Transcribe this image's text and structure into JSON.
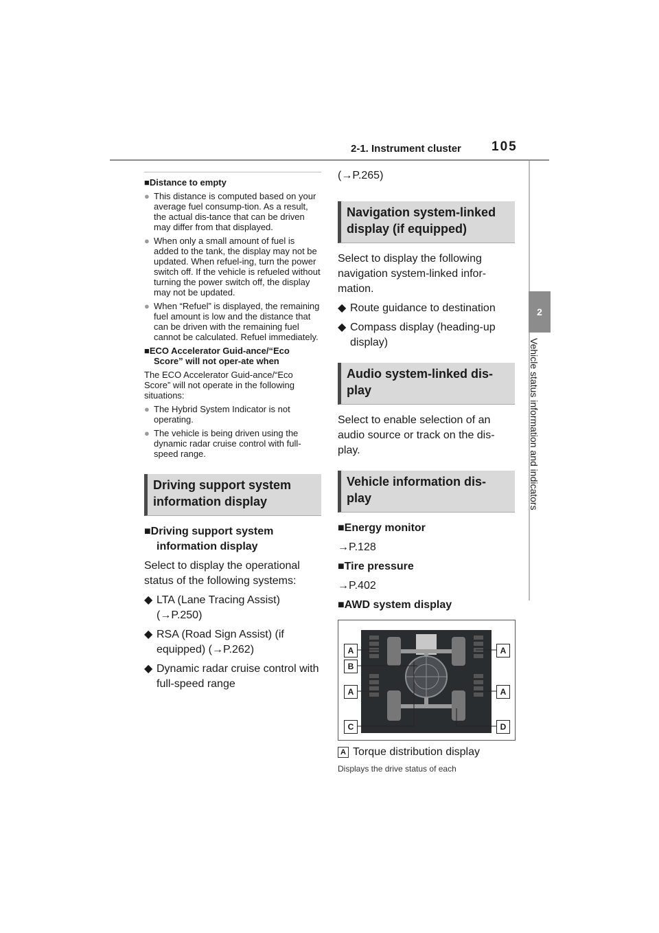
{
  "header": {
    "title": "2-1. Instrument cluster",
    "page": "105"
  },
  "chapter": {
    "number": "2",
    "title": "Vehicle status information and indicators"
  },
  "left": {
    "distance_heading": "Distance to empty",
    "distance_bullets": [
      "This distance is computed based on your average fuel consump-tion. As a result, the actual dis-tance that can be driven may differ from that displayed.",
      "When only a small amount of fuel is added to the tank, the display may not be updated. When refuel-ing, turn the power switch off. If the vehicle is refueled without turning the power switch off, the display may not be updated.",
      "When “Refuel” is displayed, the remaining fuel amount is low and the distance that can be driven with the remaining fuel cannot be calculated. Refuel immediately."
    ],
    "eco_heading": "ECO Accelerator Guid-ance/“Eco Score” will not oper-ate when",
    "eco_text": "The ECO Accelerator Guid-ance/“Eco Score” will not operate in the following situations:",
    "eco_bullets": [
      "The Hybrid System Indicator is not operating.",
      "The vehicle is being driven using the dynamic radar cruise control with full-speed range."
    ],
    "section_title": "Driving support system information display",
    "sub_heading": "Driving support system information display",
    "intro": "Select to display the operational status of the following systems:",
    "items": [
      "LTA (Lane Tracing Assist) (→P.250)",
      "RSA (Road Sign Assist) (if equipped) (→P.262)",
      "Dynamic radar cruise control with full-speed range"
    ]
  },
  "right": {
    "ref_top": "(→P.265)",
    "nav_title": "Navigation system-linked display (if equipped)",
    "nav_text": "Select to display the following navigation system-linked infor-mation.",
    "nav_items": [
      "Route guidance to destination",
      "Compass display (heading-up display)"
    ],
    "audio_title": "Audio system-linked dis-play",
    "audio_text": "Select to enable selection of an audio source or track on the dis-play.",
    "vehicle_title": "Vehicle information dis-play",
    "energy_heading": "Energy monitor",
    "energy_ref": "→P.128",
    "tire_heading": "Tire pressure",
    "tire_ref": "→P.402",
    "awd_heading": "AWD system display",
    "figure_labels": {
      "a": "A",
      "b": "B",
      "c": "C",
      "d": "D"
    },
    "caption_label": "A",
    "caption_title": "Torque distribution display",
    "caption_text": "Displays the drive status of each"
  },
  "colors": {
    "section_bg": "#d9d9d9",
    "section_bar": "#4a4a4a",
    "tab": "#8c8c8c"
  }
}
